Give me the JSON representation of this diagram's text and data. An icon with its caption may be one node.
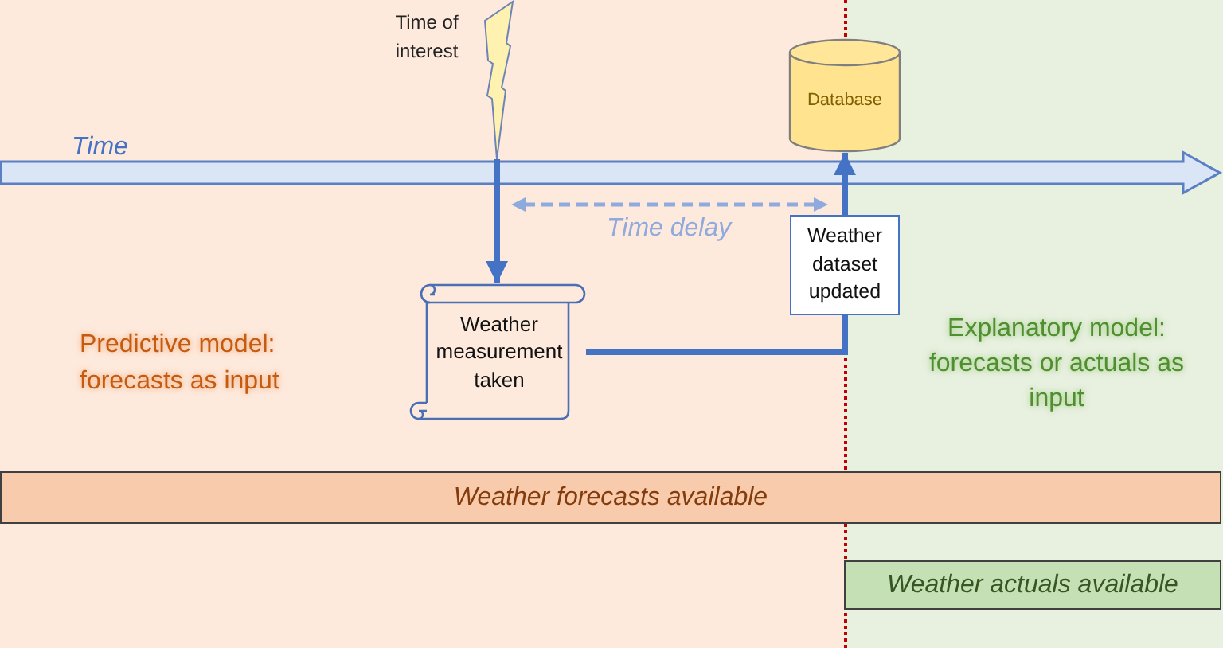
{
  "diagram": {
    "nodes": [
      {
        "text": [],
        "shape": "lightning",
        "beside": [
          "Time of interest"
        ]
      },
      {
        "text": [
          "Database"
        ]
      },
      {
        "text": [
          "Weather dataset updated"
        ]
      },
      {
        "text": [
          "Weather measurement taken"
        ]
      },
      {
        "text": [
          "Weather forecasts available"
        ]
      },
      {
        "text": [
          "Weather actuals available"
        ]
      }
    ],
    "edges": [
      {
        "from": 0,
        "to": 3,
        "arrow": "to"
      },
      {
        "from": 3,
        "to": 2,
        "arrow": "none"
      },
      {
        "from": 2,
        "to": 1,
        "arrow": "to"
      }
    ],
    "labels": [
      "Time",
      "Time delay",
      "Predictive model: forecasts as input",
      "Explanatory model: forecasts or actuals as input"
    ]
  }
}
